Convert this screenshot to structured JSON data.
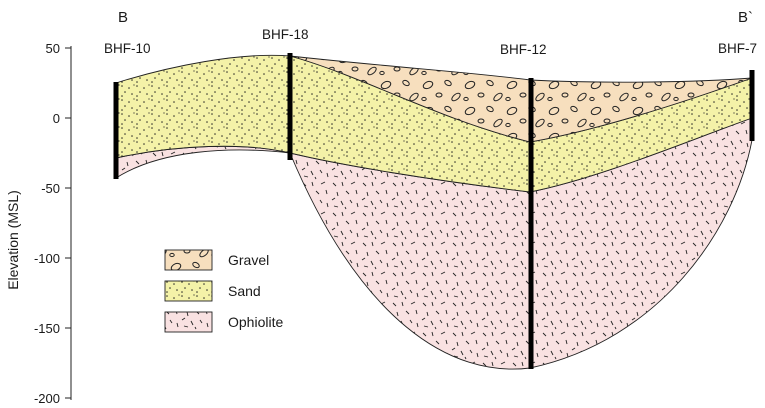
{
  "section": {
    "start_label": "B",
    "end_label": "B`",
    "y_axis_title": "Elevation (MSL)",
    "y_ticks": [
      "50",
      "0",
      "-50",
      "-100",
      "-150",
      "-200"
    ]
  },
  "boreholes": [
    {
      "id": "BHF-10"
    },
    {
      "id": "BHF-18"
    },
    {
      "id": "BHF-12"
    },
    {
      "id": "BHF-7"
    }
  ],
  "legend": [
    {
      "label": "Gravel",
      "color": "#f7dfbe"
    },
    {
      "label": "Sand",
      "color": "#f4f2a8"
    },
    {
      "label": "Ophiolite",
      "color": "#f9e2e2"
    }
  ]
}
